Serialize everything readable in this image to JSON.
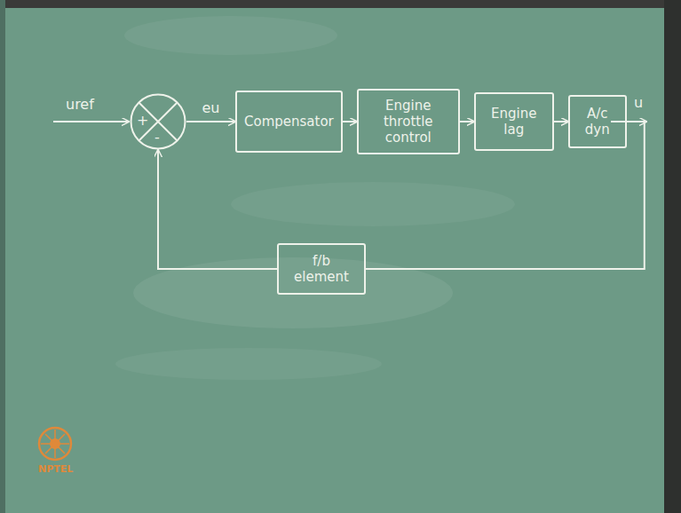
{
  "diagram": {
    "nodes": [
      {
        "text": [
          "+",
          "-"
        ]
      },
      {
        "text": [
          "Compensator"
        ]
      },
      {
        "text": [
          "Engine throttle control"
        ]
      },
      {
        "text": [
          "Engine lag"
        ]
      },
      {
        "text": [
          "A/c dyn"
        ]
      },
      {
        "text": [
          "f/b element"
        ]
      }
    ],
    "edges": [
      {
        "from": 0,
        "to": 1,
        "arrow": "to",
        "label": "eu"
      },
      {
        "from": 1,
        "to": 2,
        "arrow": "to"
      },
      {
        "from": 2,
        "to": 3,
        "arrow": "to"
      },
      {
        "from": 3,
        "to": 4,
        "arrow": "to"
      },
      {
        "from": 4,
        "to": 5,
        "arrow": "none"
      },
      {
        "from": 5,
        "to": 0,
        "arrow": "to"
      }
    ],
    "labels": [
      "uref",
      "u",
      "NPTEL"
    ]
  }
}
